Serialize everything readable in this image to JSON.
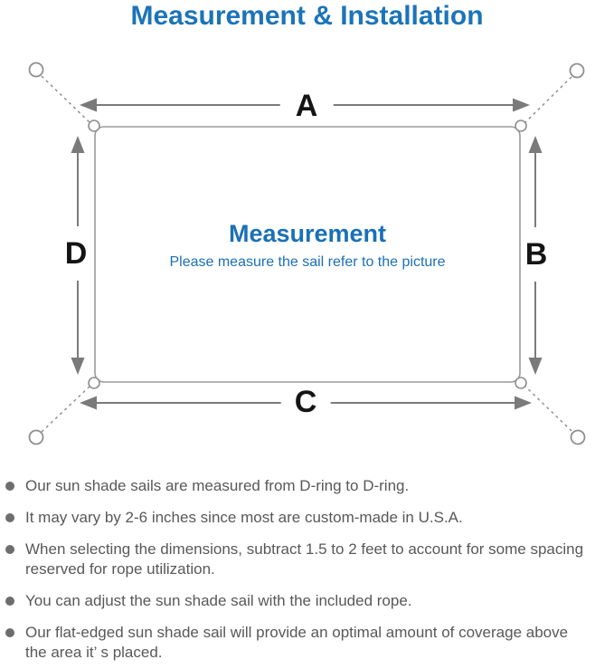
{
  "title": "Measurement & Installation",
  "diagram": {
    "center_title": "Measurement",
    "center_subtitle": "Please measure the sail refer to the picture",
    "labels": {
      "top": "A",
      "right": "B",
      "bottom": "C",
      "left": "D"
    }
  },
  "notes": {
    "items": [
      "Our sun shade sails are measured from D-ring to D-ring.",
      "It may vary by 2-6 inches since most are custom-made in U.S.A.",
      "When selecting the dimensions, subtract 1.5 to 2 feet to account for some spacing\nreserved for rope utilization.",
      "You can adjust the sun shade sail with the included rope.",
      "Our flat-edged sun shade sail will provide an optimal amount of coverage above\nthe area it’ s placed."
    ]
  },
  "colors": {
    "accent_blue": "#1b74b8",
    "center_blue": "#1a70b6",
    "note_text_gray": "#58585a",
    "diagram_line_gray": "#8f8f8f",
    "arrow_gray": "#7a7a7a",
    "label_black": "#141414"
  }
}
